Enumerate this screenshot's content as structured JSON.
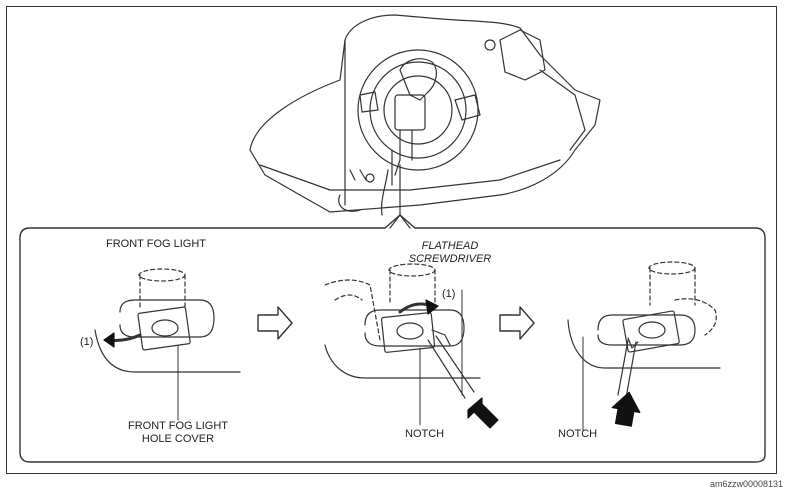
{
  "labels": {
    "front_fog_light": "FRONT FOG LIGHT",
    "callout_1_left": "(1)",
    "hole_cover_line1": "FRONT FOG LIGHT",
    "hole_cover_line2": "HOLE COVER",
    "flathead_line1": "FLATHEAD",
    "flathead_line2": "SCREWDRIVER",
    "callout_1_middle": "(1)",
    "notch_middle": "NOTCH",
    "notch_right": "NOTCH"
  },
  "figure_id": "am6zzw00008131"
}
